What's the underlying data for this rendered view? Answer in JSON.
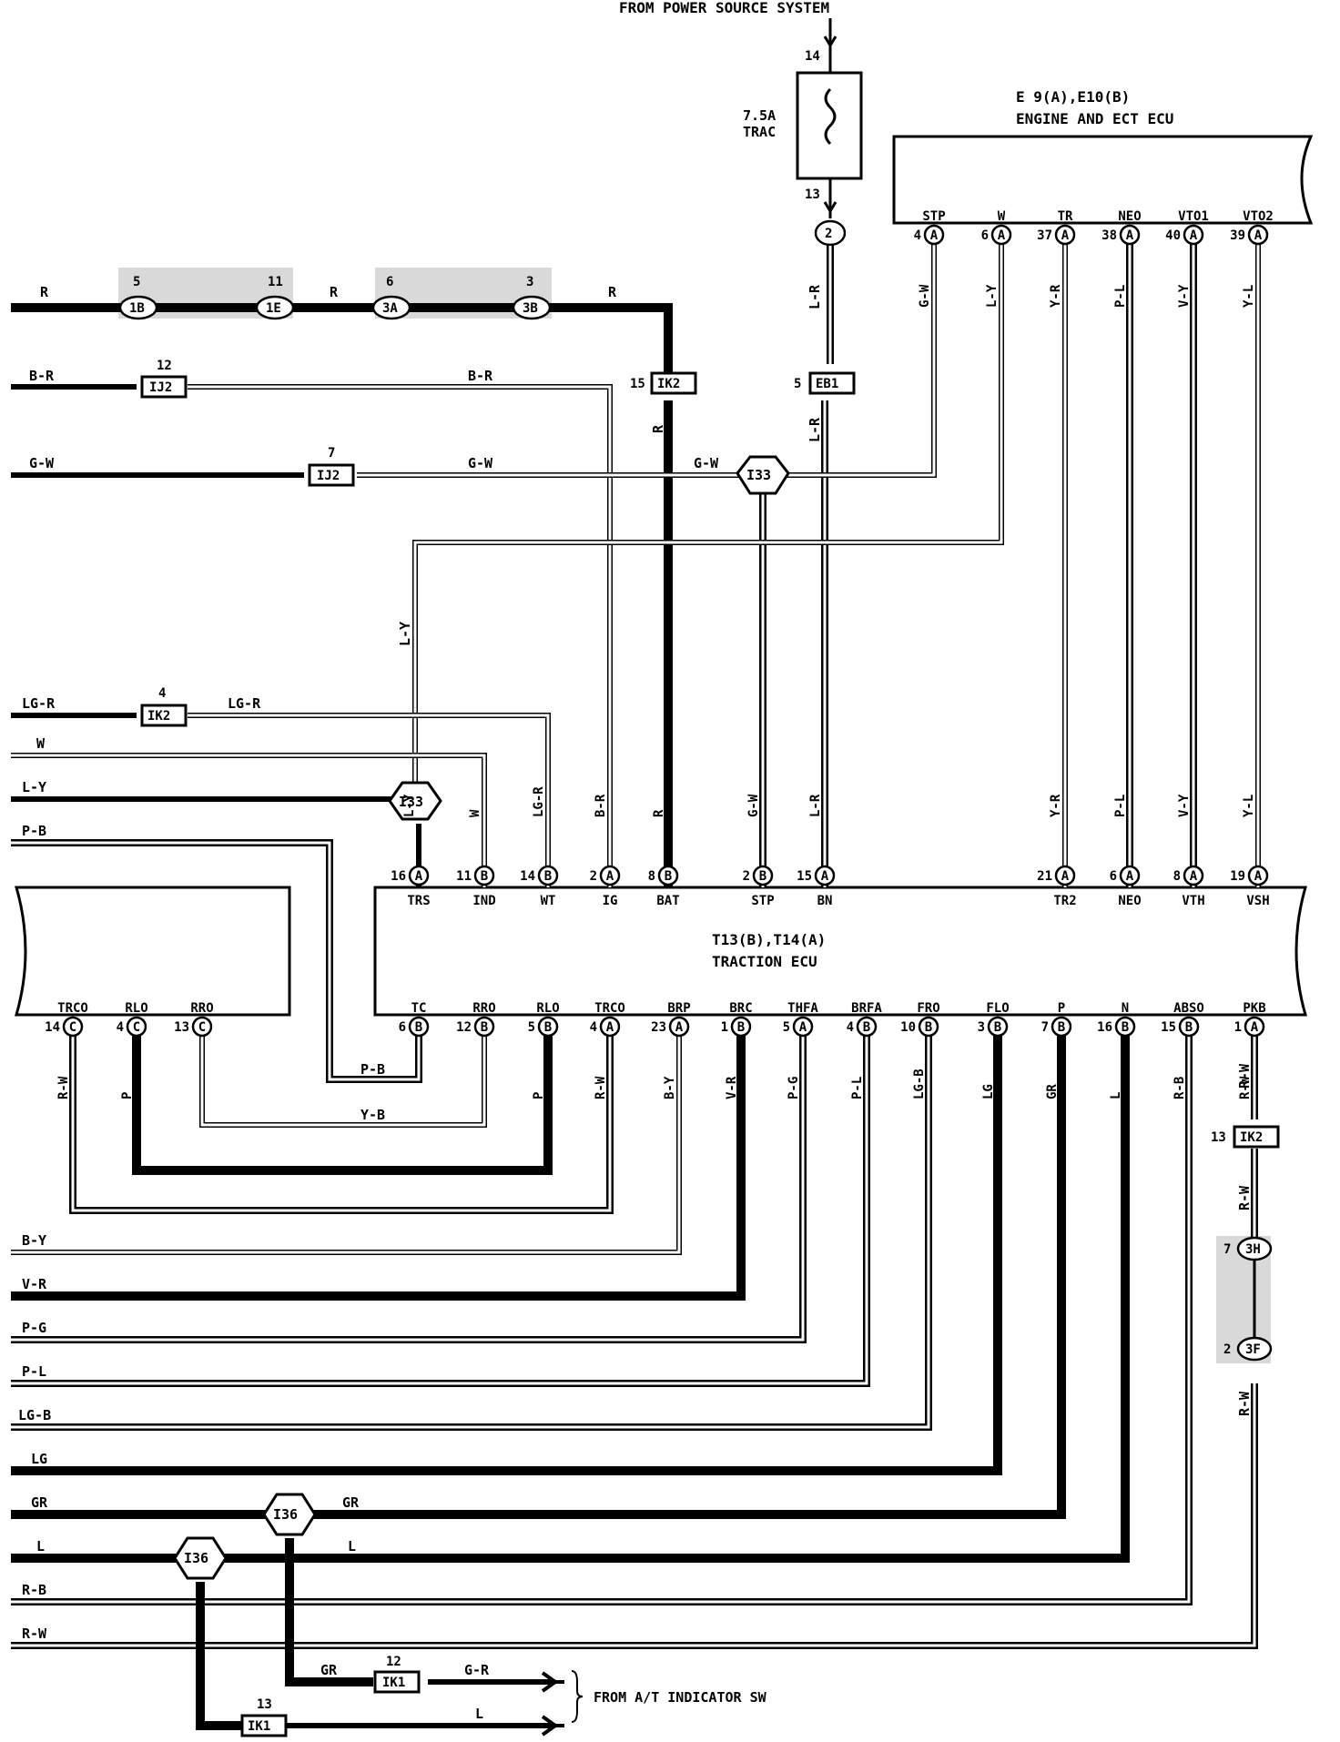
{
  "source_label": "FROM POWER SOURCE SYSTEM",
  "fuse": {
    "rating": "7.5A",
    "name": "TRAC",
    "pin_in": "14",
    "pin_out": "13",
    "junction": "2"
  },
  "engine_ecu": {
    "connectors": "E 9(A),E10(B)",
    "name": "ENGINE AND ECT ECU",
    "pins": [
      {
        "label": "STP",
        "num": "4",
        "conn": "A",
        "wire": "G-W"
      },
      {
        "label": "W",
        "num": "6",
        "conn": "A",
        "wire": "L-Y"
      },
      {
        "label": "TR",
        "num": "37",
        "conn": "A",
        "wire": "Y-R"
      },
      {
        "label": "NEO",
        "num": "38",
        "conn": "A",
        "wire": "P-L"
      },
      {
        "label": "VTO1",
        "num": "40",
        "conn": "A",
        "wire": "V-Y"
      },
      {
        "label": "VTO2",
        "num": "39",
        "conn": "A",
        "wire": "Y-L"
      }
    ]
  },
  "traction_ecu": {
    "connectors": "T13(B),T14(A)",
    "name": "TRACTION ECU",
    "top_pins": [
      {
        "label": "TRS",
        "num": "16",
        "conn": "A",
        "wire": "L-Y"
      },
      {
        "label": "IND",
        "num": "11",
        "conn": "B",
        "wire": "W"
      },
      {
        "label": "WT",
        "num": "14",
        "conn": "B",
        "wire": "LG-R"
      },
      {
        "label": "IG",
        "num": "2",
        "conn": "A",
        "wire": "B-R"
      },
      {
        "label": "BAT",
        "num": "8",
        "conn": "B",
        "wire": "R"
      },
      {
        "label": "STP",
        "num": "2",
        "conn": "B",
        "wire": "G-W"
      },
      {
        "label": "BN",
        "num": "15",
        "conn": "A",
        "wire": "L-R"
      },
      {
        "label": "TR2",
        "num": "21",
        "conn": "A",
        "wire": "Y-R"
      },
      {
        "label": "NEO",
        "num": "6",
        "conn": "A",
        "wire": "P-L"
      },
      {
        "label": "VTH",
        "num": "8",
        "conn": "A",
        "wire": "V-Y"
      },
      {
        "label": "VSH",
        "num": "19",
        "conn": "A",
        "wire": "Y-L"
      }
    ],
    "bottom_pins": [
      {
        "label": "TC",
        "num": "6",
        "conn": "B"
      },
      {
        "label": "RRO",
        "num": "12",
        "conn": "B"
      },
      {
        "label": "RLO",
        "num": "5",
        "conn": "B",
        "wire": "P"
      },
      {
        "label": "TRCO",
        "num": "4",
        "conn": "A",
        "wire": "R-W"
      },
      {
        "label": "BRP",
        "num": "23",
        "conn": "A",
        "wire": "B-Y"
      },
      {
        "label": "BRC",
        "num": "1",
        "conn": "B",
        "wire": "V-R"
      },
      {
        "label": "THFA",
        "num": "5",
        "conn": "A",
        "wire": "P-G"
      },
      {
        "label": "BRFA",
        "num": "4",
        "conn": "B",
        "wire": "P-L"
      },
      {
        "label": "FRO",
        "num": "10",
        "conn": "B",
        "wire": "LG-B"
      },
      {
        "label": "FLO",
        "num": "3",
        "conn": "B",
        "wire": "LG"
      },
      {
        "label": "P",
        "num": "7",
        "conn": "B",
        "wire": "GR"
      },
      {
        "label": "N",
        "num": "16",
        "conn": "B",
        "wire": "L"
      },
      {
        "label": "ABSO",
        "num": "15",
        "conn": "B",
        "wire": "R-B"
      },
      {
        "label": "PKB",
        "num": "1",
        "conn": "A",
        "wire": "R-W"
      }
    ]
  },
  "left_ecu": {
    "pins": [
      {
        "label": "TRCO",
        "num": "14",
        "conn": "C",
        "wire": "R-W"
      },
      {
        "label": "RLO",
        "num": "4",
        "conn": "C",
        "wire": "P"
      },
      {
        "label": "RRO",
        "num": "13",
        "conn": "C"
      }
    ]
  },
  "connectors": {
    "ik2_top": {
      "id": "IK2",
      "num": "15"
    },
    "eb1": {
      "id": "EB1",
      "num": "5"
    },
    "ij2_br": {
      "id": "IJ2",
      "num": "12"
    },
    "ij2_gw": {
      "id": "IJ2",
      "num": "7"
    },
    "ik2_lgr": {
      "id": "IK2",
      "num": "4"
    },
    "ik2_pkb": {
      "id": "IK2",
      "num": "13"
    },
    "ik1_gr": {
      "id": "IK1",
      "num": "12"
    },
    "ik1_l": {
      "id": "IK1",
      "num": "13"
    },
    "jc_1b": {
      "id": "1B",
      "num": "5"
    },
    "jc_1e": {
      "id": "1E",
      "num": "11"
    },
    "jc_3a": {
      "id": "3A",
      "num": "6"
    },
    "jc_3b": {
      "id": "3B",
      "num": "3"
    },
    "jc_3h": {
      "id": "3H",
      "num": "7"
    },
    "jc_3f": {
      "id": "3F",
      "num": "2"
    }
  },
  "splices": {
    "i33": "I33",
    "i36": "I36"
  },
  "left_wires": {
    "r": "R",
    "br": "B-R",
    "gw": "G-W",
    "lgr": "LG-R",
    "w": "W",
    "ly": "L-Y",
    "pb": "P-B",
    "by": "B-Y",
    "vr": "V-R",
    "pg": "P-G",
    "pl": "P-L",
    "lgb": "LG-B",
    "lg": "LG",
    "gr": "GR",
    "l": "L",
    "rb": "R-B",
    "rw": "R-W"
  },
  "mid_labels": {
    "pb": "P-B",
    "yb": "Y-B",
    "r_vert": "R",
    "lr_vert": "L-R",
    "ly_vert": "L-Y",
    "rw_vert": "R-W",
    "gr_bot": "GR",
    "gr_right": "G-R",
    "l_bot": "L"
  },
  "from_at": "FROM A/T INDICATOR SW"
}
